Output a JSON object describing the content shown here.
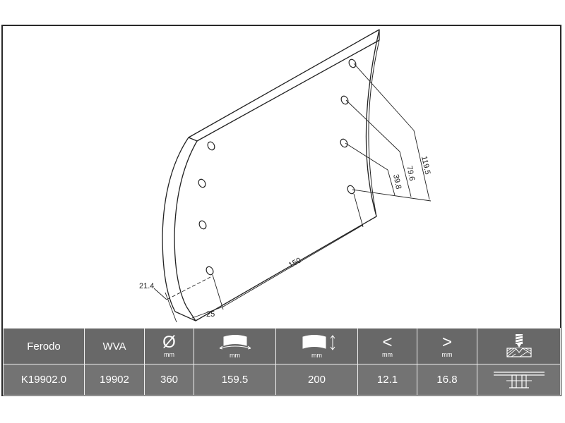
{
  "dimensions": {
    "hole_spacing_1": "119.5",
    "hole_spacing_2": "79.6",
    "hole_spacing_3": "39.8",
    "length": "150",
    "edge_offset": "21.4",
    "end_offset": "25"
  },
  "table": {
    "headers": {
      "brand": "Ferodo",
      "wva": "WVA",
      "diameter_symbol": "Ø",
      "diameter_unit": "mm",
      "width_unit": "mm",
      "height_unit": "mm",
      "min_symbol": "<",
      "min_unit": "mm",
      "max_symbol": ">",
      "max_unit": "mm"
    },
    "values": {
      "part_number": "K19902.0",
      "wva": "19902",
      "diameter": "360",
      "width": "159.5",
      "height": "200",
      "min_thickness": "12.1",
      "max_thickness": "16.8"
    }
  },
  "colors": {
    "table_header_bg": "#686868",
    "table_value_bg": "#737373",
    "table_text": "#ffffff",
    "line": "#222222"
  },
  "icons": {
    "curved_width": "curved-width-icon",
    "curved_height": "curved-height-icon",
    "rivet_tool": "rivet-tool-icon",
    "rivet_profile": "rivet-profile-icon"
  }
}
